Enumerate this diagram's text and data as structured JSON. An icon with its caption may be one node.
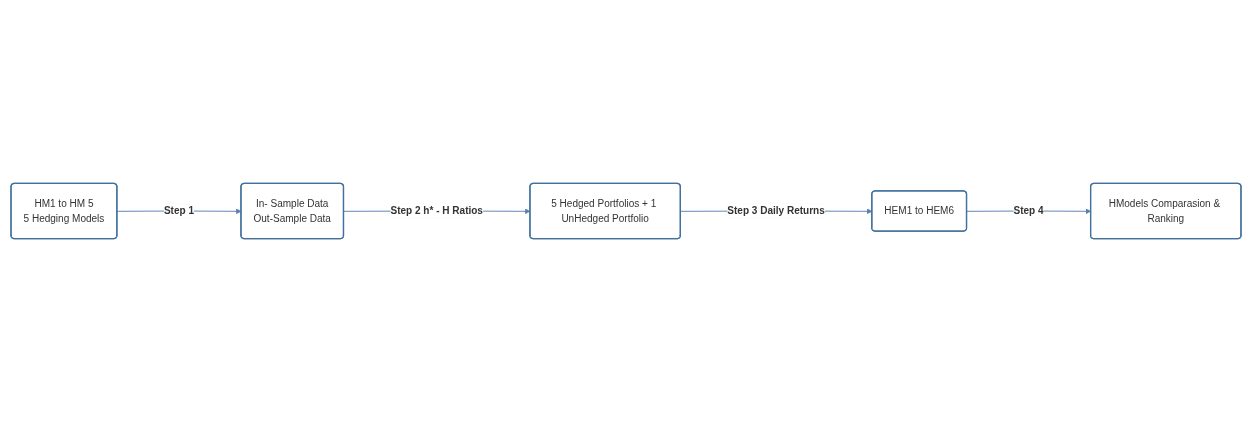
{
  "diagram": {
    "nodes": [
      {
        "text": [
          "In- Sample Data",
          "Out-Sample Data"
        ]
      },
      {
        "text": [
          "HM1 to HM 5",
          "5 Hedging Models"
        ]
      },
      {
        "text": [
          "HEM1 to HEM6"
        ]
      },
      {
        "text": [
          "5 Hedged Portfolios + 1 UnHedged Portfolio"
        ]
      },
      {
        "text": [
          "HModels Comparasion & Ranking"
        ]
      }
    ],
    "edges": [
      {
        "from": 1,
        "to": 0,
        "arrow": "to",
        "label": "Step 1"
      },
      {
        "from": 0,
        "to": 3,
        "arrow": "to",
        "label": "Step 2 h* - H Ratios"
      },
      {
        "from": 3,
        "to": 2,
        "arrow": "to",
        "label": "Step 3 Daily Returns"
      },
      {
        "from": 2,
        "to": 4,
        "arrow": "to",
        "label": "Step 4"
      }
    ]
  }
}
